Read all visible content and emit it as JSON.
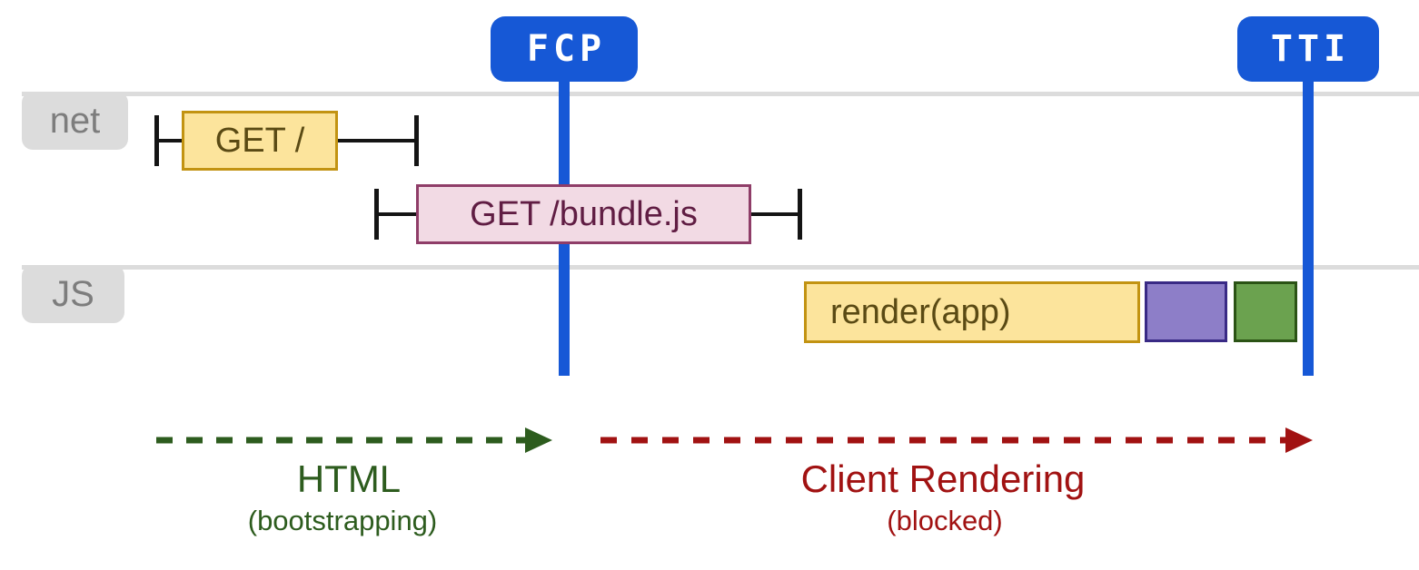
{
  "diagram": {
    "markers": {
      "fcp": {
        "label": "FCP"
      },
      "tti": {
        "label": "TTI"
      }
    },
    "lanes": {
      "net": {
        "label": "net"
      },
      "js": {
        "label": "JS"
      }
    },
    "network_requests": [
      {
        "label": "GET /"
      },
      {
        "label": "GET /bundle.js"
      }
    ],
    "js_tasks": [
      {
        "label": "render(app)",
        "color": "#fce49c"
      },
      {
        "label": "",
        "color": "#8d7ec8"
      },
      {
        "label": "",
        "color": "#6ba24f"
      }
    ],
    "phases": {
      "html": {
        "title": "HTML",
        "subtitle": "(bootstrapping)"
      },
      "client": {
        "title": "Client Rendering",
        "subtitle": "(blocked)"
      }
    },
    "colors": {
      "marker_blue": "#1658d6",
      "lane_gray": "#dcdcdc",
      "lane_text_gray": "#7d7d7d",
      "task_yellow_fill": "#fce49c",
      "task_yellow_border": "#c29312",
      "request_pink_fill": "#f2dae4",
      "request_pink_border": "#8f3d68",
      "task_purple_fill": "#8d7ec8",
      "task_purple_border": "#392a85",
      "task_green_fill": "#6ba24f",
      "task_green_border": "#2b5315",
      "phase_html_green": "#2d5c1e",
      "phase_client_red": "#a11212"
    }
  }
}
